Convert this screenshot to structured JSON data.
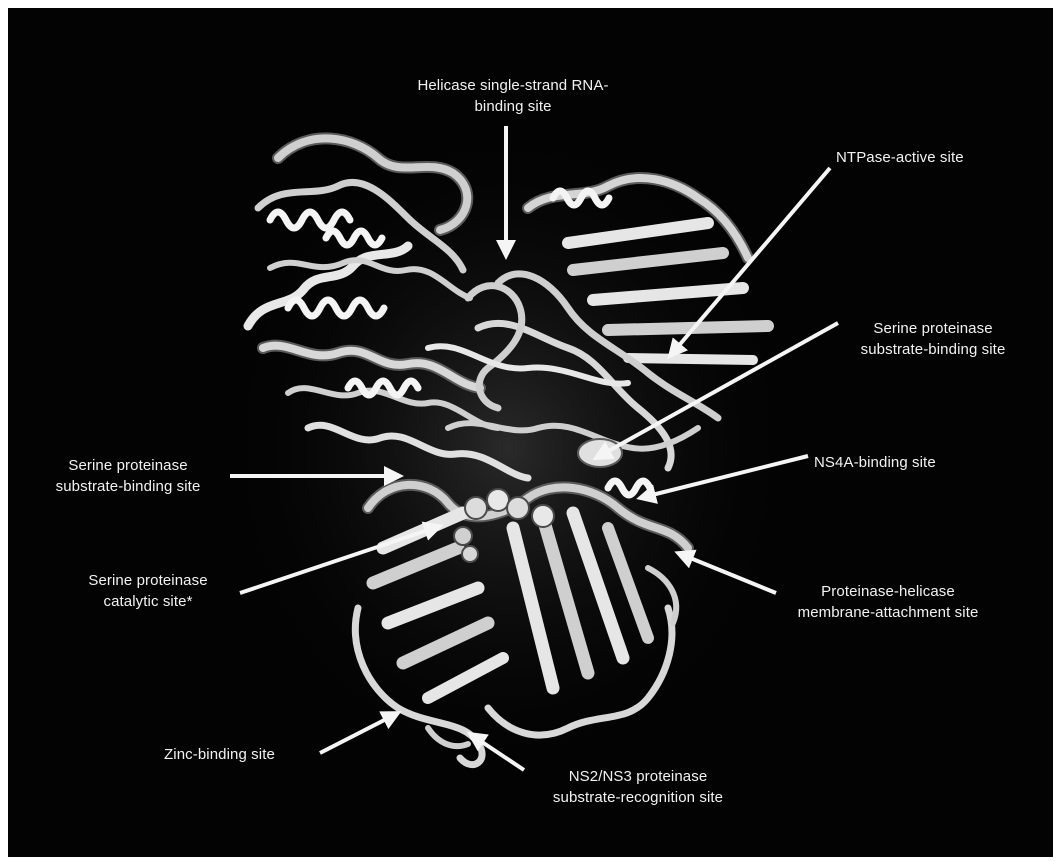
{
  "colors": {
    "background": "#030303",
    "ribbon": "#cfcfcf",
    "ribbon_highlight": "#f4f4f4",
    "ribbon_shadow": "#5a5a5a",
    "text": "#f2f2f2",
    "arrow": "#f5f5f5"
  },
  "labels": {
    "helicase_rna_binding": "Helicase  single-strand RNA-\nbinding site",
    "ntpase_active": "NTPase-active site",
    "serine_substrate_right": "Serine proteinase\nsubstrate-binding site",
    "ns4a_binding": "NS4A-binding site",
    "serine_substrate_left": "Serine proteinase\nsubstrate-binding site",
    "serine_catalytic": "Serine proteinase\ncatalytic site*",
    "membrane_attachment": "Proteinase-helicase\nmembrane-attachment site",
    "zinc_binding": "Zinc-binding site",
    "ns2ns3_recognition": "NS2/NS3 proteinase\nsubstrate-recognition site"
  }
}
